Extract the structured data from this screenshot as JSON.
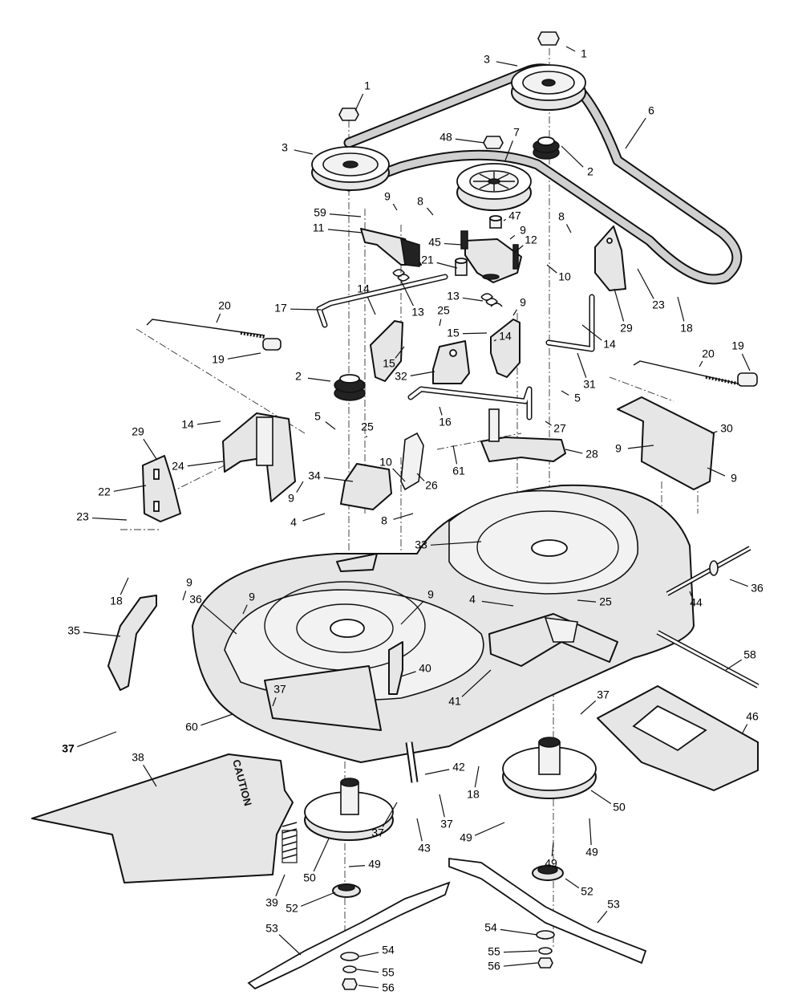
{
  "diagram": {
    "decal_text": "CAUTION",
    "callouts": [
      {
        "id": "c-1a",
        "text": "1",
        "bold": false
      },
      {
        "id": "c-1b",
        "text": "1",
        "bold": false
      },
      {
        "id": "c-2a",
        "text": "2",
        "bold": false
      },
      {
        "id": "c-2b",
        "text": "2",
        "bold": false
      },
      {
        "id": "c-3a",
        "text": "3",
        "bold": false
      },
      {
        "id": "c-3b",
        "text": "3",
        "bold": false
      },
      {
        "id": "c-4a",
        "text": "4",
        "bold": false
      },
      {
        "id": "c-4b",
        "text": "4",
        "bold": false
      },
      {
        "id": "c-5a",
        "text": "5",
        "bold": false
      },
      {
        "id": "c-5b",
        "text": "5",
        "bold": false
      },
      {
        "id": "c-6",
        "text": "6",
        "bold": false
      },
      {
        "id": "c-7",
        "text": "7",
        "bold": false
      },
      {
        "id": "c-8a",
        "text": "8",
        "bold": false
      },
      {
        "id": "c-8b",
        "text": "8",
        "bold": false
      },
      {
        "id": "c-8c",
        "text": "8",
        "bold": false
      },
      {
        "id": "c-9a",
        "text": "9",
        "bold": false
      },
      {
        "id": "c-9b",
        "text": "9",
        "bold": false
      },
      {
        "id": "c-9c",
        "text": "9",
        "bold": false
      },
      {
        "id": "c-9d",
        "text": "9",
        "bold": false
      },
      {
        "id": "c-9e",
        "text": "9",
        "bold": false
      },
      {
        "id": "c-9f",
        "text": "9",
        "bold": false
      },
      {
        "id": "c-9g",
        "text": "9",
        "bold": false
      },
      {
        "id": "c-9h",
        "text": "9",
        "bold": false
      },
      {
        "id": "c-9i",
        "text": "9",
        "bold": false
      },
      {
        "id": "c-9j",
        "text": "9",
        "bold": false
      },
      {
        "id": "c-10a",
        "text": "10",
        "bold": false
      },
      {
        "id": "c-10b",
        "text": "10",
        "bold": false
      },
      {
        "id": "c-11",
        "text": "11",
        "bold": false
      },
      {
        "id": "c-12",
        "text": "12",
        "bold": false
      },
      {
        "id": "c-13a",
        "text": "13",
        "bold": false
      },
      {
        "id": "c-13b",
        "text": "13",
        "bold": false
      },
      {
        "id": "c-14a",
        "text": "14",
        "bold": false
      },
      {
        "id": "c-14b",
        "text": "14",
        "bold": false
      },
      {
        "id": "c-14c",
        "text": "14",
        "bold": false
      },
      {
        "id": "c-14d",
        "text": "14",
        "bold": false
      },
      {
        "id": "c-15a",
        "text": "15",
        "bold": false
      },
      {
        "id": "c-15b",
        "text": "15",
        "bold": false
      },
      {
        "id": "c-16",
        "text": "16",
        "bold": false
      },
      {
        "id": "c-17",
        "text": "17",
        "bold": false
      },
      {
        "id": "c-18a",
        "text": "18",
        "bold": false
      },
      {
        "id": "c-18b",
        "text": "18",
        "bold": false
      },
      {
        "id": "c-18c",
        "text": "18",
        "bold": false
      },
      {
        "id": "c-19a",
        "text": "19",
        "bold": false
      },
      {
        "id": "c-19b",
        "text": "19",
        "bold": false
      },
      {
        "id": "c-20a",
        "text": "20",
        "bold": false
      },
      {
        "id": "c-20b",
        "text": "20",
        "bold": false
      },
      {
        "id": "c-21",
        "text": "21",
        "bold": false
      },
      {
        "id": "c-22",
        "text": "22",
        "bold": false
      },
      {
        "id": "c-23a",
        "text": "23",
        "bold": false
      },
      {
        "id": "c-23b",
        "text": "23",
        "bold": false
      },
      {
        "id": "c-24",
        "text": "24",
        "bold": false
      },
      {
        "id": "c-25a",
        "text": "25",
        "bold": false
      },
      {
        "id": "c-25b",
        "text": "25",
        "bold": false
      },
      {
        "id": "c-25c",
        "text": "25",
        "bold": false
      },
      {
        "id": "c-26",
        "text": "26",
        "bold": false
      },
      {
        "id": "c-27",
        "text": "27",
        "bold": false
      },
      {
        "id": "c-28",
        "text": "28",
        "bold": false
      },
      {
        "id": "c-29a",
        "text": "29",
        "bold": false
      },
      {
        "id": "c-29b",
        "text": "29",
        "bold": false
      },
      {
        "id": "c-30",
        "text": "30",
        "bold": false
      },
      {
        "id": "c-31",
        "text": "31",
        "bold": false
      },
      {
        "id": "c-32",
        "text": "32",
        "bold": false
      },
      {
        "id": "c-33",
        "text": "33",
        "bold": false
      },
      {
        "id": "c-34",
        "text": "34",
        "bold": false
      },
      {
        "id": "c-35",
        "text": "35",
        "bold": false
      },
      {
        "id": "c-36a",
        "text": "36",
        "bold": false
      },
      {
        "id": "c-36b",
        "text": "36",
        "bold": false
      },
      {
        "id": "c-37a",
        "text": "37",
        "bold": false
      },
      {
        "id": "c-37b",
        "text": "37",
        "bold": false
      },
      {
        "id": "c-37c",
        "text": "37",
        "bold": false
      },
      {
        "id": "c-37d",
        "text": "37",
        "bold": false
      },
      {
        "id": "c-37e",
        "text": "37",
        "bold": true
      },
      {
        "id": "c-38",
        "text": "38",
        "bold": false
      },
      {
        "id": "c-39",
        "text": "39",
        "bold": false
      },
      {
        "id": "c-40",
        "text": "40",
        "bold": false
      },
      {
        "id": "c-41",
        "text": "41",
        "bold": false
      },
      {
        "id": "c-42",
        "text": "42",
        "bold": false
      },
      {
        "id": "c-43",
        "text": "43",
        "bold": false
      },
      {
        "id": "c-44",
        "text": "44",
        "bold": false
      },
      {
        "id": "c-45",
        "text": "45",
        "bold": false
      },
      {
        "id": "c-46",
        "text": "46",
        "bold": false
      },
      {
        "id": "c-47",
        "text": "47",
        "bold": false
      },
      {
        "id": "c-48",
        "text": "48",
        "bold": false
      },
      {
        "id": "c-49a",
        "text": "49",
        "bold": false
      },
      {
        "id": "c-49b",
        "text": "49",
        "bold": false
      },
      {
        "id": "c-49c",
        "text": "49",
        "bold": false
      },
      {
        "id": "c-49d",
        "text": "49",
        "bold": false
      },
      {
        "id": "c-50a",
        "text": "50",
        "bold": false
      },
      {
        "id": "c-50b",
        "text": "50",
        "bold": false
      },
      {
        "id": "c-52a",
        "text": "52",
        "bold": false
      },
      {
        "id": "c-52b",
        "text": "52",
        "bold": false
      },
      {
        "id": "c-53a",
        "text": "53",
        "bold": false
      },
      {
        "id": "c-53b",
        "text": "53",
        "bold": false
      },
      {
        "id": "c-54a",
        "text": "54",
        "bold": false
      },
      {
        "id": "c-54b",
        "text": "54",
        "bold": false
      },
      {
        "id": "c-55a",
        "text": "55",
        "bold": false
      },
      {
        "id": "c-55b",
        "text": "55",
        "bold": false
      },
      {
        "id": "c-56a",
        "text": "56",
        "bold": false
      },
      {
        "id": "c-56b",
        "text": "56",
        "bold": false
      },
      {
        "id": "c-58",
        "text": "58",
        "bold": false
      },
      {
        "id": "c-59",
        "text": "59",
        "bold": false
      },
      {
        "id": "c-60",
        "text": "60",
        "bold": false
      },
      {
        "id": "c-61",
        "text": "61",
        "bold": false
      }
    ]
  }
}
